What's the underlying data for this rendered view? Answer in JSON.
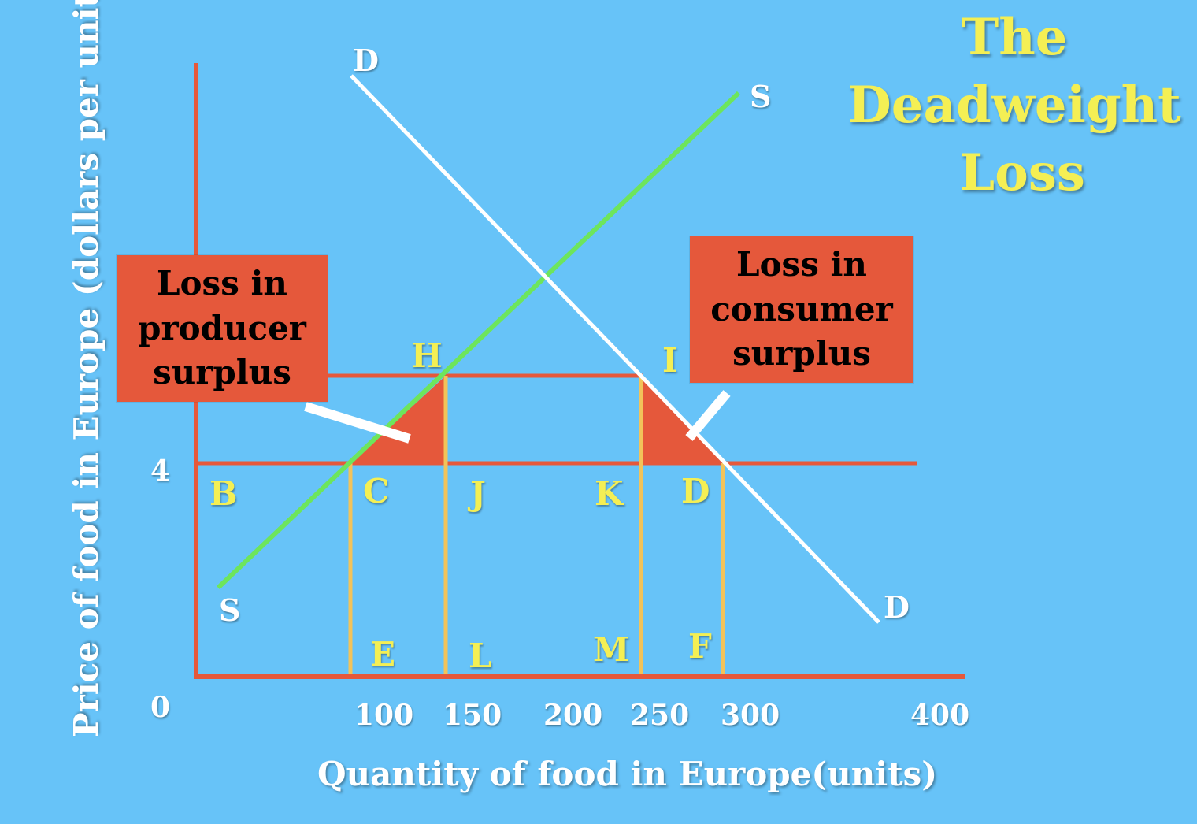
{
  "title": [
    "The",
    "Deadweight",
    "Loss"
  ],
  "axes": {
    "xlabel": "Quantity of food in Europe(units)",
    "ylabel": "Price of food in Europe (dollars per unit)",
    "x_ticks": [
      "100",
      "150",
      "200",
      "250",
      "300",
      "400"
    ],
    "y_ticks": [
      "4",
      "0"
    ]
  },
  "curves": {
    "demand_label": "D",
    "supply_label": "S"
  },
  "points": [
    "B",
    "C",
    "J",
    "K",
    "D",
    "H",
    "I",
    "E",
    "L",
    "M",
    "F"
  ],
  "callouts": {
    "producer": [
      "Loss in",
      "producer",
      "surplus"
    ],
    "consumer": [
      "Loss in",
      "consumer",
      "surplus"
    ]
  },
  "colors": {
    "background": "#67c3f8",
    "axis": "#e5583b",
    "supply": "#6de55c",
    "demand": "#ffffff",
    "loss_fill": "#e5583b",
    "drop_lines": "#f2c35a",
    "labels": "#f4ef54"
  }
}
